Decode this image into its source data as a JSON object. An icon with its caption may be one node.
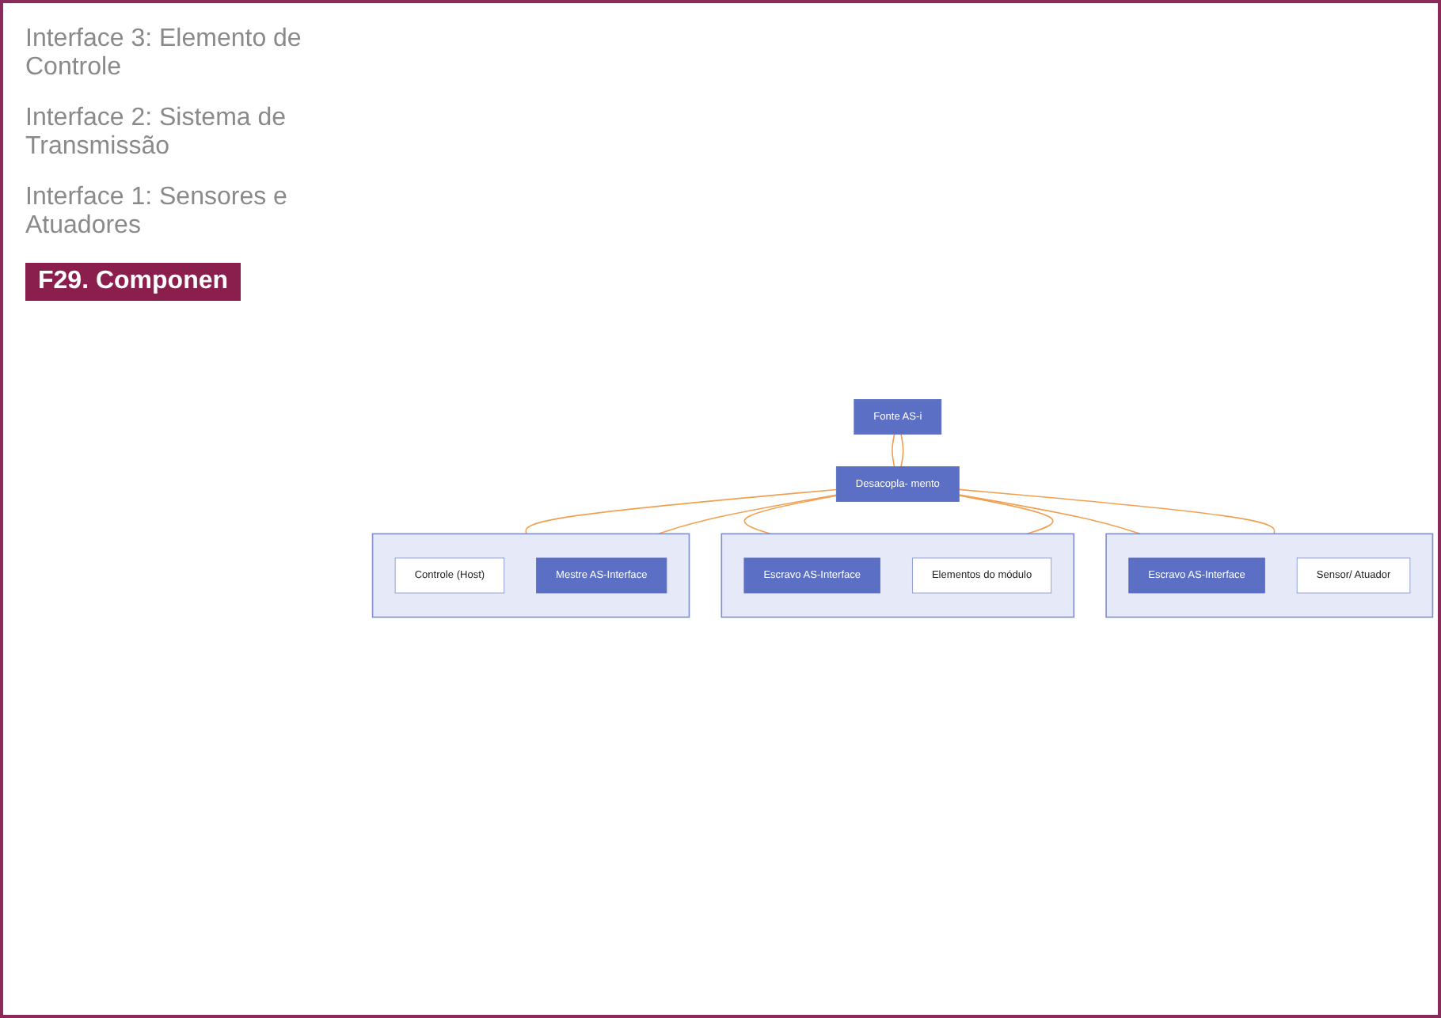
{
  "diagram": {
    "caption": "F29. Componen",
    "nodes": [
      {
        "text": [],
        "shape": "box"
      },
      {
        "text": [
          "Controle (Host)"
        ],
        "in": 0
      },
      {
        "text": [
          "Mestre AS-Interface"
        ],
        "in": 0
      },
      {
        "text": [
          "Fonte AS-i"
        ]
      },
      {
        "text": [
          "Desacopla- mento"
        ]
      },
      {
        "text": [],
        "shape": "box"
      },
      {
        "text": [
          "Escravo AS-Interface"
        ],
        "in": 5
      },
      {
        "text": [
          "Elementos do módulo"
        ],
        "in": 5
      },
      {
        "text": [],
        "shape": "box"
      },
      {
        "text": [
          "Escravo AS-Interface"
        ],
        "in": 8
      },
      {
        "text": [
          "Sensor/ Atuador"
        ],
        "in": 8
      }
    ],
    "edges": [
      {
        "from": 3,
        "to": 4,
        "arrow": "none"
      },
      {
        "from": 3,
        "to": 4,
        "arrow": "none"
      },
      {
        "from": 4,
        "to": 0,
        "arrow": "none"
      },
      {
        "from": 4,
        "to": 0,
        "arrow": "none"
      },
      {
        "from": 4,
        "to": 5,
        "arrow": "none"
      },
      {
        "from": 4,
        "to": 5,
        "arrow": "none"
      },
      {
        "from": 4,
        "to": 8,
        "arrow": "none"
      },
      {
        "from": 4,
        "to": 8,
        "arrow": "none"
      }
    ],
    "labels": [
      "Interface 3: Elemento de Controle",
      "Interface 2: Sistema de Transmissão",
      "Interface 1: Sensores e Atuadores"
    ]
  }
}
